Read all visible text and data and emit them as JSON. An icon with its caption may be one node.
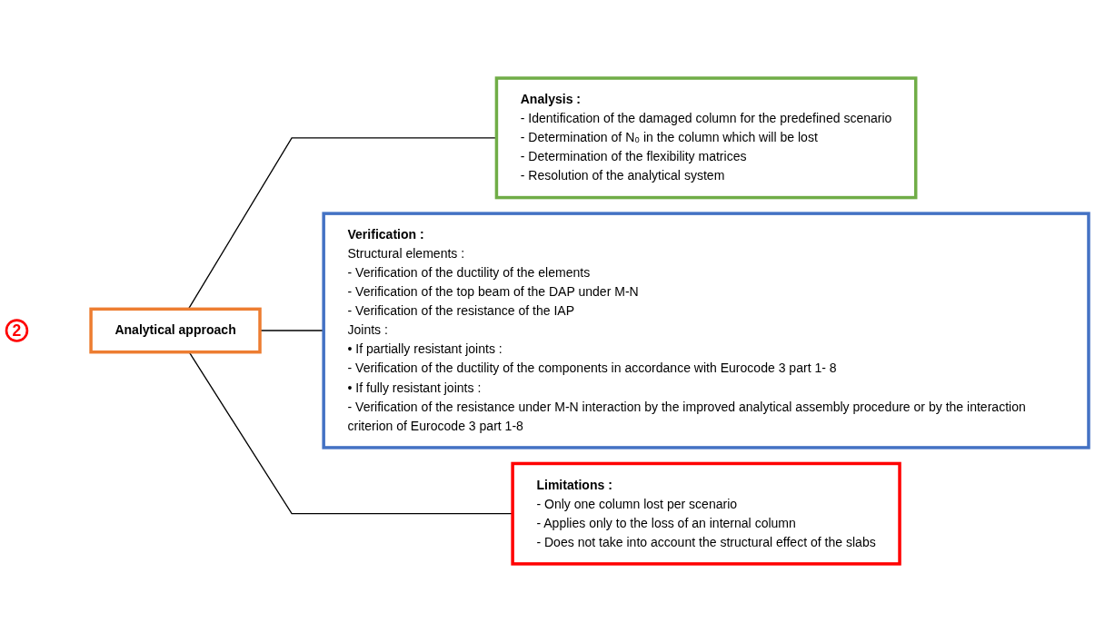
{
  "diagram": {
    "nodes": [
      {
        "text": [
          "2"
        ]
      },
      {
        "text": [
          "Analytical approach"
        ]
      },
      {
        "text": [
          "Analysis :",
          "- Identification of the damaged column for the predefined scenario",
          "- Determination of N₀ in the column which will be lost",
          "- Determination of the flexibility matrices",
          "- Resolution of the analytical system"
        ]
      },
      {
        "text": [
          "Verification :",
          "Structural elements :",
          "- Verification of the ductility of the elements",
          "- Verification of the top beam of the DAP under M-N",
          "- Verification of the resistance of the IAP",
          "Joints :",
          "• If partially resistant joints :",
          "- Verification of the ductility of the components in accordance with Eurocode 3 part 1- 8",
          "• If fully resistant joints :",
          "- Verification of the resistance under M-N interaction by the improved analytical assembly procedure or by the interaction criterion of Eurocode 3 part 1-8"
        ]
      },
      {
        "text": [
          "Limitations :",
          "- Only one column lost per scenario",
          "- Applies only to the loss of an internal column",
          "- Does not take into account the structural effect of the slabs"
        ]
      }
    ],
    "edges": [
      {
        "from": 1,
        "to": 2,
        "arrow": "none"
      },
      {
        "from": 1,
        "to": 3,
        "arrow": "none"
      },
      {
        "from": 1,
        "to": 4,
        "arrow": "none"
      }
    ]
  }
}
